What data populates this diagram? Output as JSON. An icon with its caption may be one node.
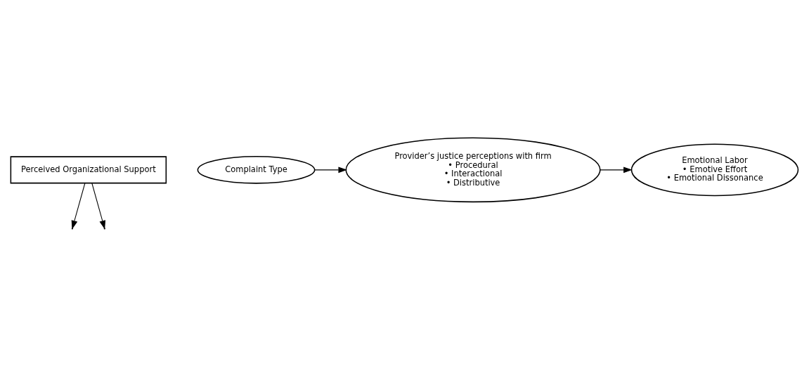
{
  "diagram": {
    "nodes": [
      {
        "text": [
          "Perceived Organizational Support"
        ]
      },
      {
        "text": [
          "Complaint Type"
        ]
      },
      {
        "text": [
          "Provider’s justice perceptions with firm",
          "• Procedural",
          "• Interactional",
          "• Distributive"
        ]
      },
      {
        "text": [
          "Emotional Labor",
          "• Emotive Effort",
          "• Emotional Dissonance"
        ]
      }
    ],
    "edges": [
      {
        "from": 0,
        "to": null,
        "arrow": "to"
      },
      {
        "from": 0,
        "to": null,
        "arrow": "to"
      },
      {
        "from": 1,
        "to": 2,
        "arrow": "to"
      },
      {
        "from": 2,
        "to": 3,
        "arrow": "to"
      }
    ]
  }
}
